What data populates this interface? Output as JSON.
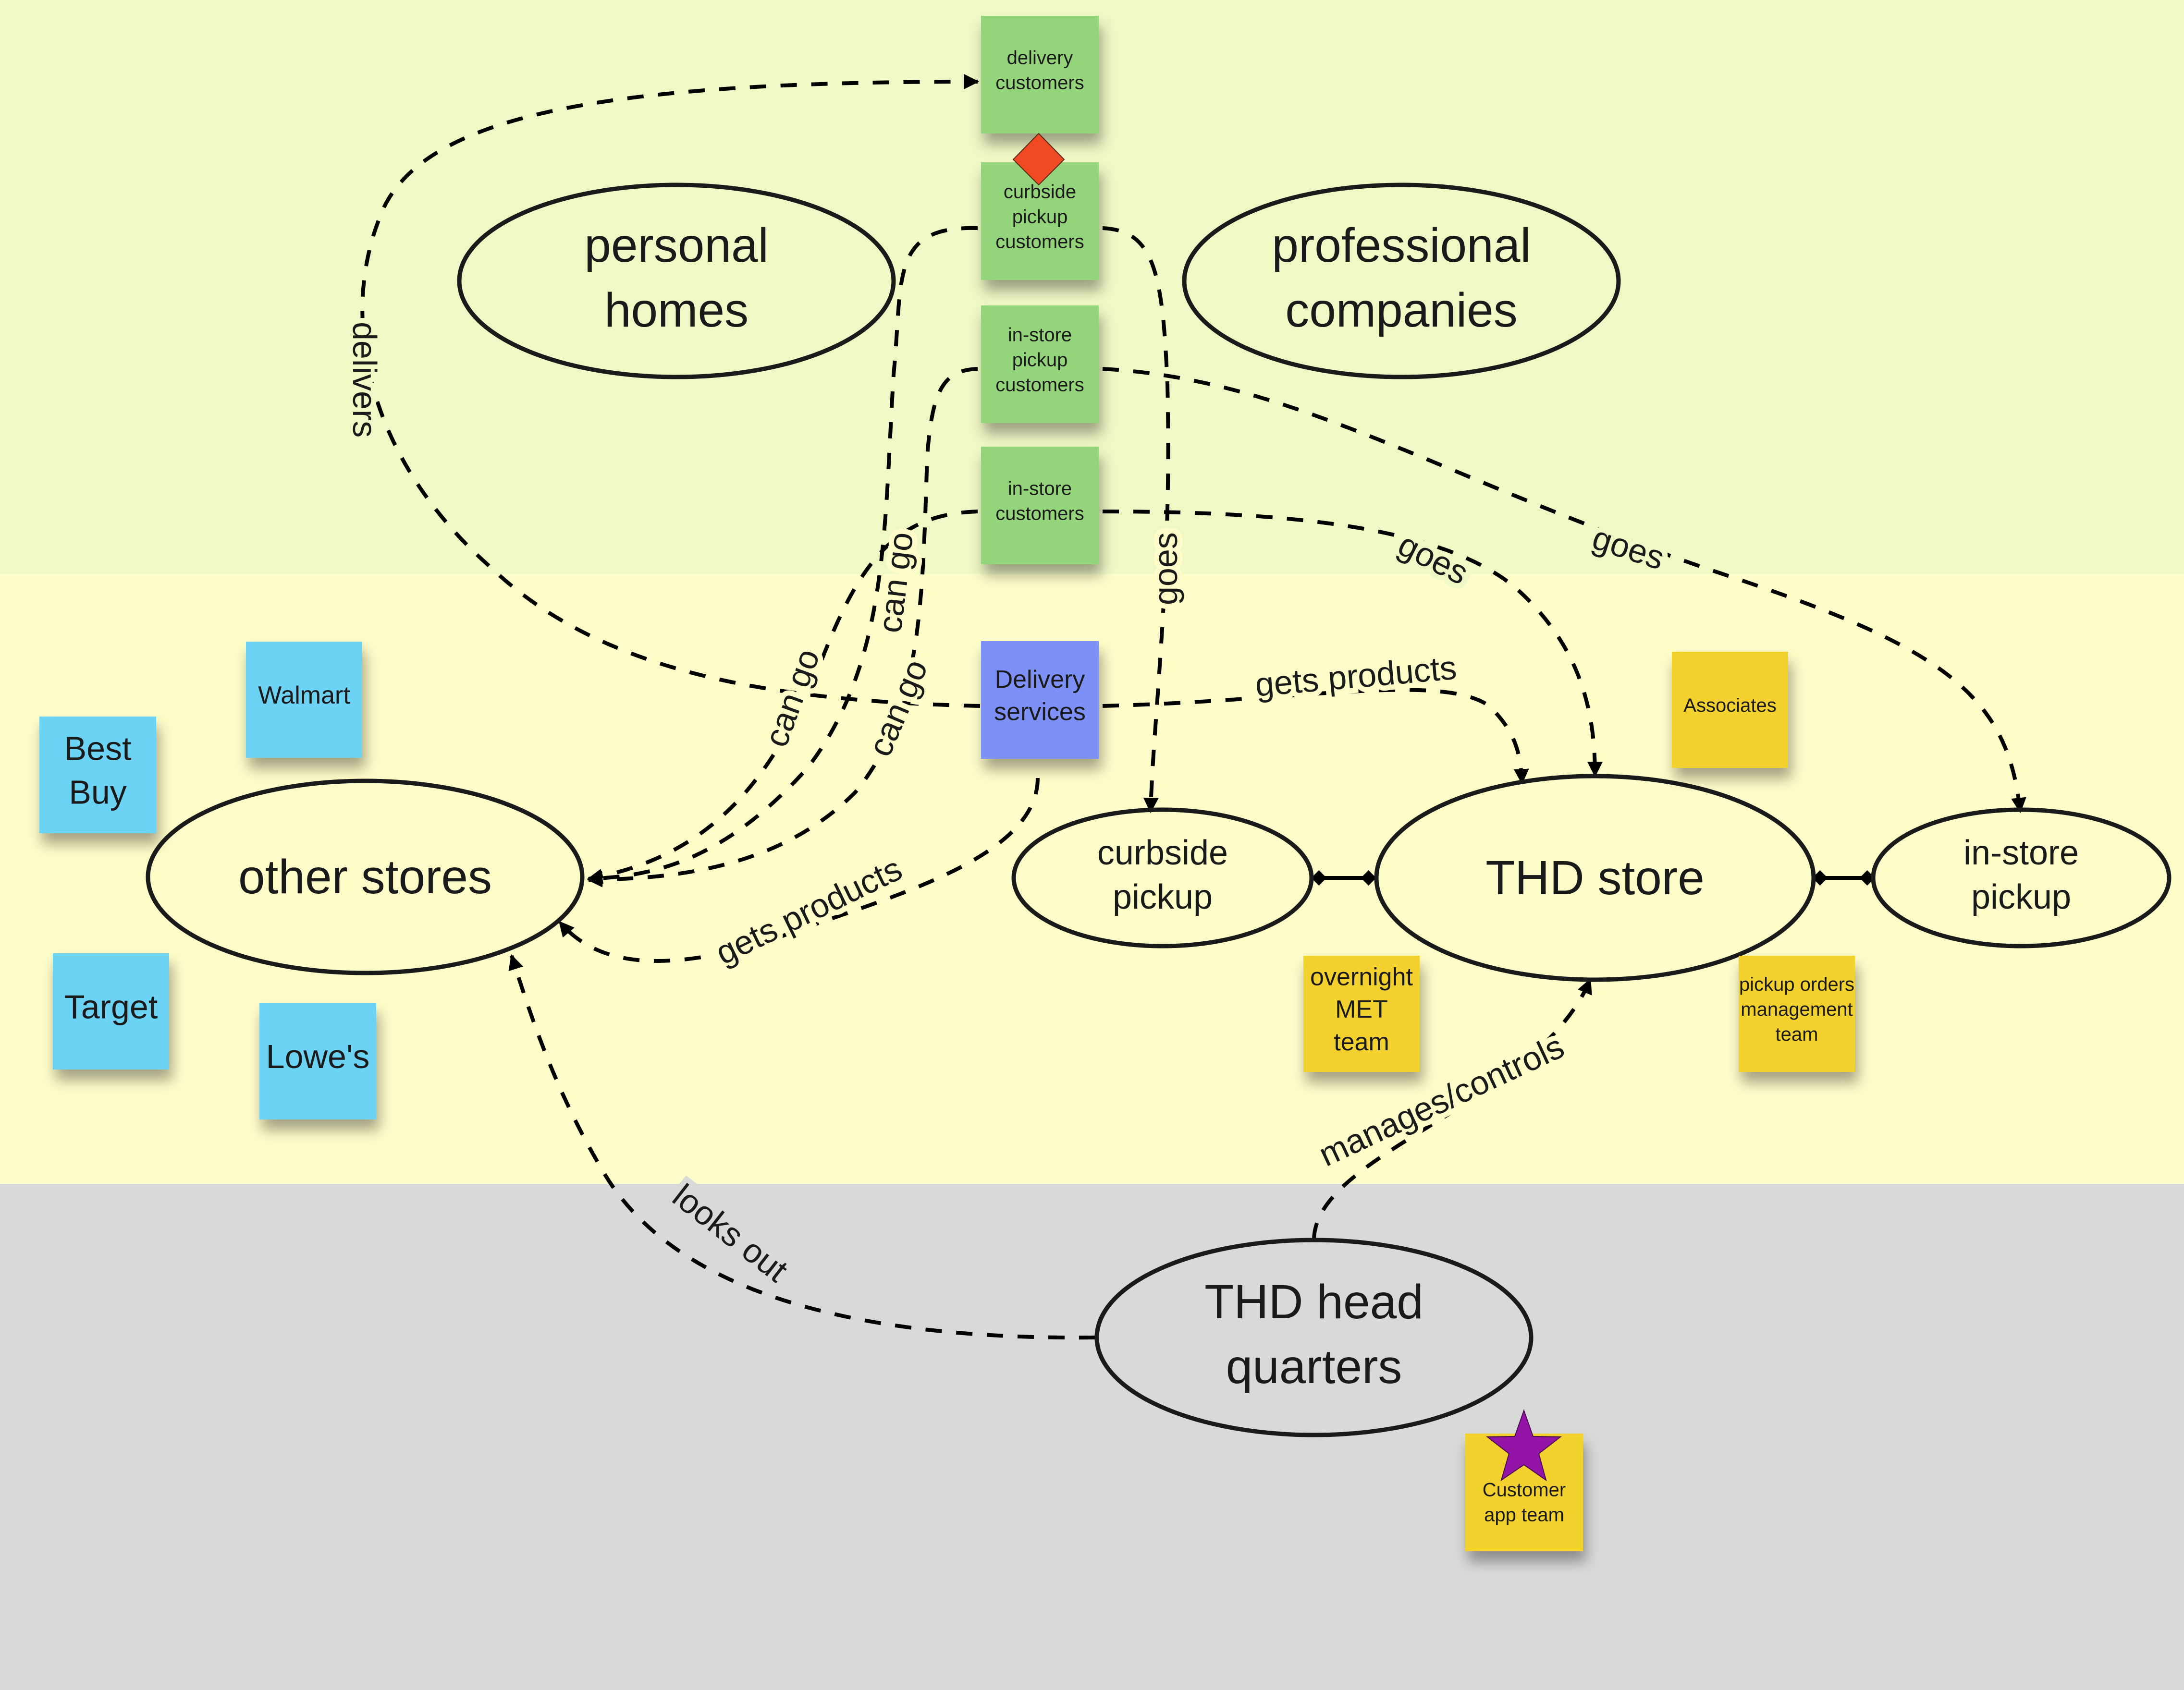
{
  "colors": {
    "zone_customers": "#f0f8c6",
    "zone_stores": "#fefcc8",
    "zone_hq": "#d9d9d9",
    "sticky_green": "#94d47a",
    "sticky_blue": "#6dd3f5",
    "sticky_purple": "#7b90f5",
    "sticky_yellow": "#f3d12e",
    "diamond_red": "#f04a25",
    "star_purple": "#9414a8"
  },
  "nodes": {
    "personal_homes": [
      "personal",
      "homes"
    ],
    "professional_companies": [
      "professional",
      "companies"
    ],
    "other_stores": [
      "other stores"
    ],
    "curbside_pickup": [
      "curbside",
      "pickup"
    ],
    "thd_store": [
      "THD store"
    ],
    "in_store_pickup": [
      "in-store",
      "pickup"
    ],
    "thd_hq": [
      "THD head",
      "quarters"
    ]
  },
  "stickies": {
    "delivery_customers": [
      "delivery",
      "customers"
    ],
    "curbside_pickup_customers": [
      "curbside",
      "pickup",
      "customers"
    ],
    "in_store_pickup_customers": [
      "in-store",
      "pickup",
      "customers"
    ],
    "in_store_customers": [
      "in-store",
      "customers"
    ],
    "delivery_services": [
      "Delivery",
      "services"
    ],
    "walmart": [
      "Walmart"
    ],
    "best_buy": [
      "Best",
      "Buy"
    ],
    "target": [
      "Target"
    ],
    "lowes": [
      "Lowe's"
    ],
    "associates": [
      "Associates"
    ],
    "overnight_met_team": [
      "overnight",
      "MET",
      "team"
    ],
    "pickup_orders_team": [
      "pickup orders",
      "management",
      "team"
    ],
    "customer_app_team": [
      "Customer",
      "app team"
    ]
  },
  "edge_labels": {
    "delivers": "delivers",
    "can_go_1": "can go",
    "can_go_2": "can go",
    "can_go_3": "can go",
    "goes_curbside": "goes",
    "goes_store": "goes",
    "goes_instore": "goes",
    "gets_products_store": "gets products",
    "gets_products_other": "gets products",
    "manages_controls": "manages/controls",
    "looks_out": "looks out"
  },
  "markers": {
    "diamond": "diamond-marker",
    "star": "star-marker"
  }
}
